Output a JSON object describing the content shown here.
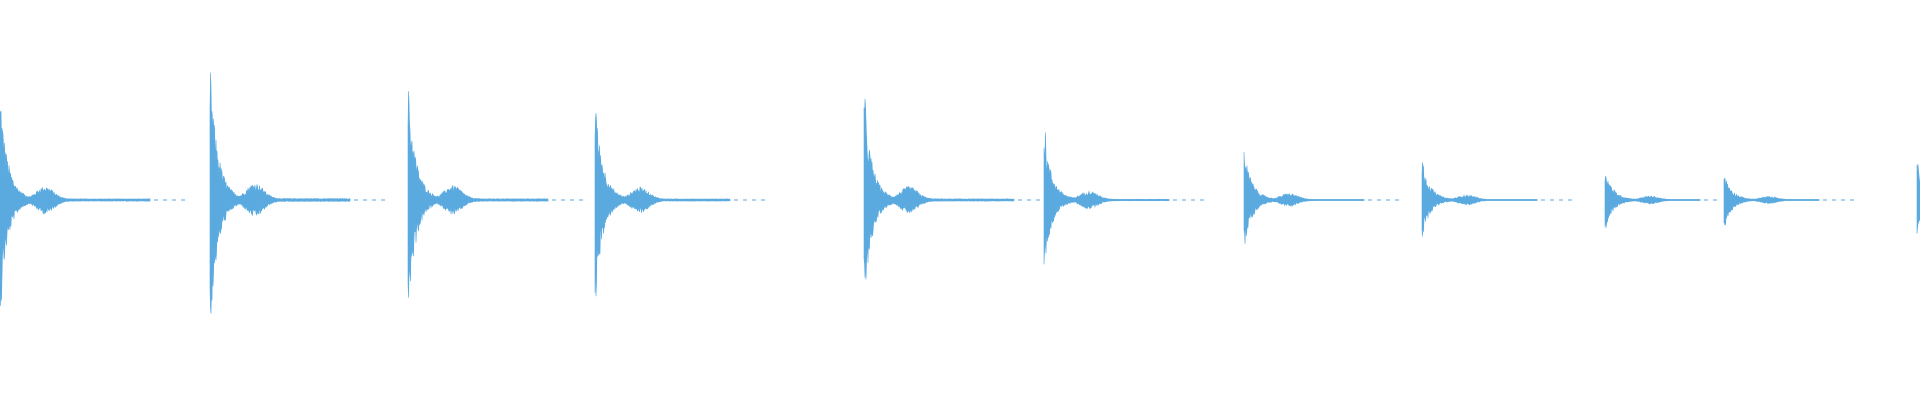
{
  "waveform": {
    "color": "#5aaae0",
    "transients": [
      {
        "amplitude_up": 0.58,
        "amplitude_down": 0.59
      },
      {
        "amplitude_up": 0.72,
        "amplitude_down": 0.72
      },
      {
        "amplitude_up": 0.62,
        "amplitude_down": 0.63
      },
      {
        "amplitude_up": 0.55,
        "amplitude_down": 0.55
      },
      {
        "amplitude_up": 0.57,
        "amplitude_down": 0.57
      },
      {
        "amplitude_up": 0.38,
        "amplitude_down": 0.38
      },
      {
        "amplitude_up": 0.28,
        "amplitude_down": 0.27
      },
      {
        "amplitude_up": 0.22,
        "amplitude_down": 0.21
      },
      {
        "amplitude_up": 0.17,
        "amplitude_down": 0.17
      },
      {
        "amplitude_up": 0.15,
        "amplitude_down": 0.15
      },
      {
        "amplitude_up": 0.22,
        "amplitude_down": 0.22
      }
    ]
  }
}
